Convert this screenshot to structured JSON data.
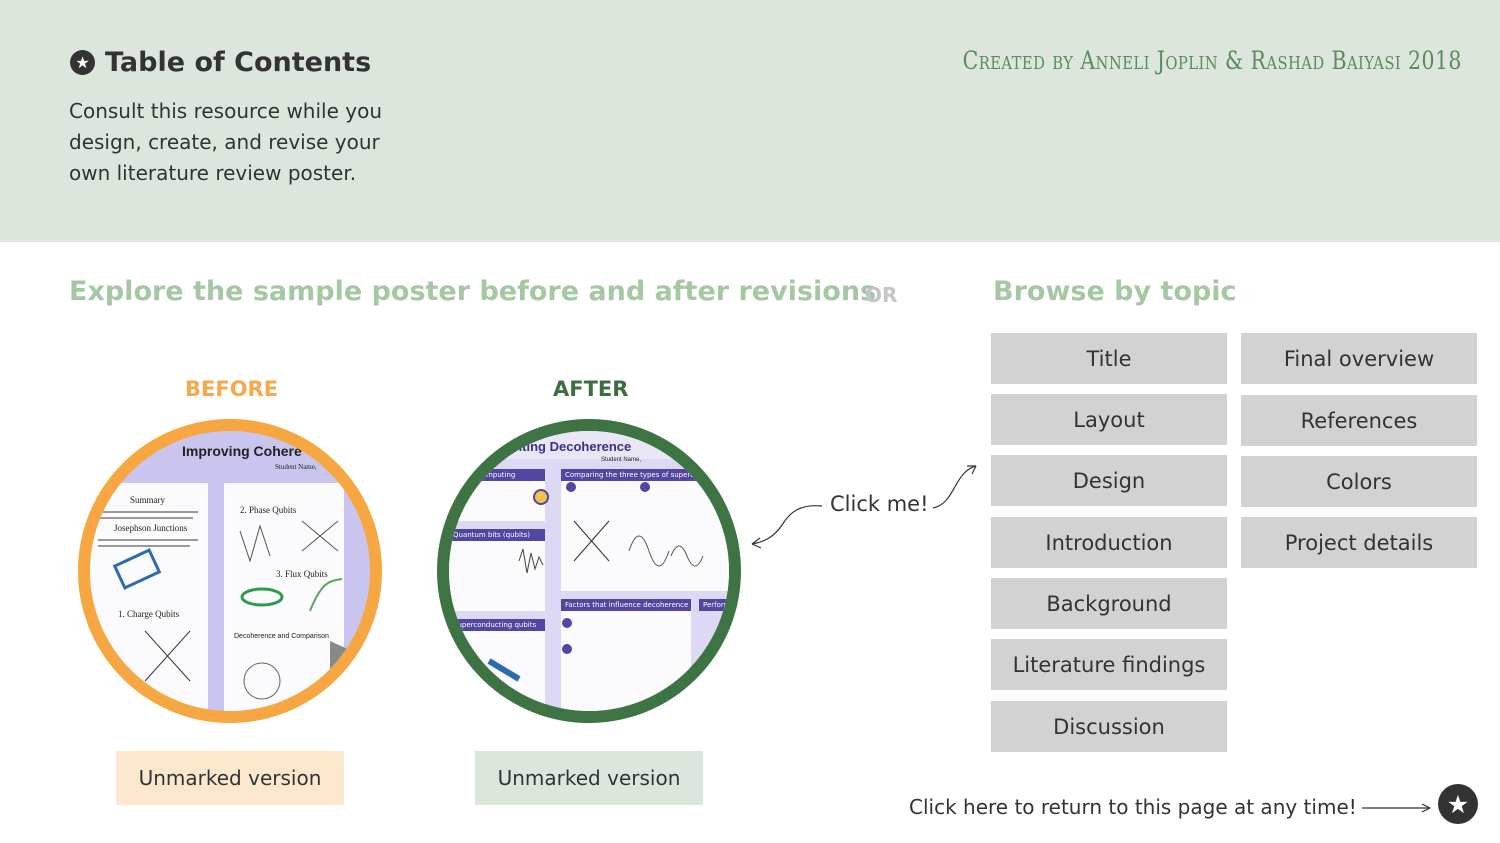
{
  "header": {
    "title": "Table of Contents",
    "title_icon": "star-icon",
    "description": "Consult this resource while you design, create, and revise your own literature review poster.",
    "credits": "Created by Anneli Joplin & Rashad Baiyasi 2018"
  },
  "explore": {
    "heading": "Explore the sample poster before and after revisions",
    "or_label": "OR",
    "before": {
      "label": "BEFORE",
      "poster_title": "Improving Cohere",
      "poster_author": "Student Name,",
      "sections": [
        "Summary",
        "Josephson Junctions",
        "2. Phase Qubits",
        "3. Flux Qubits",
        "1. Charge Qubits",
        "Decoherence and Comparison"
      ],
      "unmarked_label": "Unmarked version"
    },
    "after": {
      "label": "AFTER",
      "poster_title": "enting Decoherence",
      "poster_author": "Student Name,",
      "sections": [
        "antum computing",
        "Comparing the three types of superc",
        "Quantum bits (qubits)",
        "Superconducting qubits",
        "Factors that influence decoherence",
        "Perform"
      ],
      "unmarked_label": "Unmarked version"
    },
    "hint": "Click me!"
  },
  "browse": {
    "heading": "Browse by topic",
    "left_topics": [
      "Title",
      "Layout",
      "Design",
      "Introduction",
      "Background",
      "Literature findings",
      "Discussion"
    ],
    "right_topics": [
      "Final overview",
      "References",
      "Colors",
      "Project details"
    ]
  },
  "footer": {
    "return_text": "Click here to return to this page at any time!",
    "return_icon": "star-icon"
  },
  "colors": {
    "header_bg": "#dde6dc",
    "heading_green": "#a6c7a4",
    "before_orange": "#f6a742",
    "after_green": "#3e7343",
    "topic_button": "#d2d2d2"
  }
}
